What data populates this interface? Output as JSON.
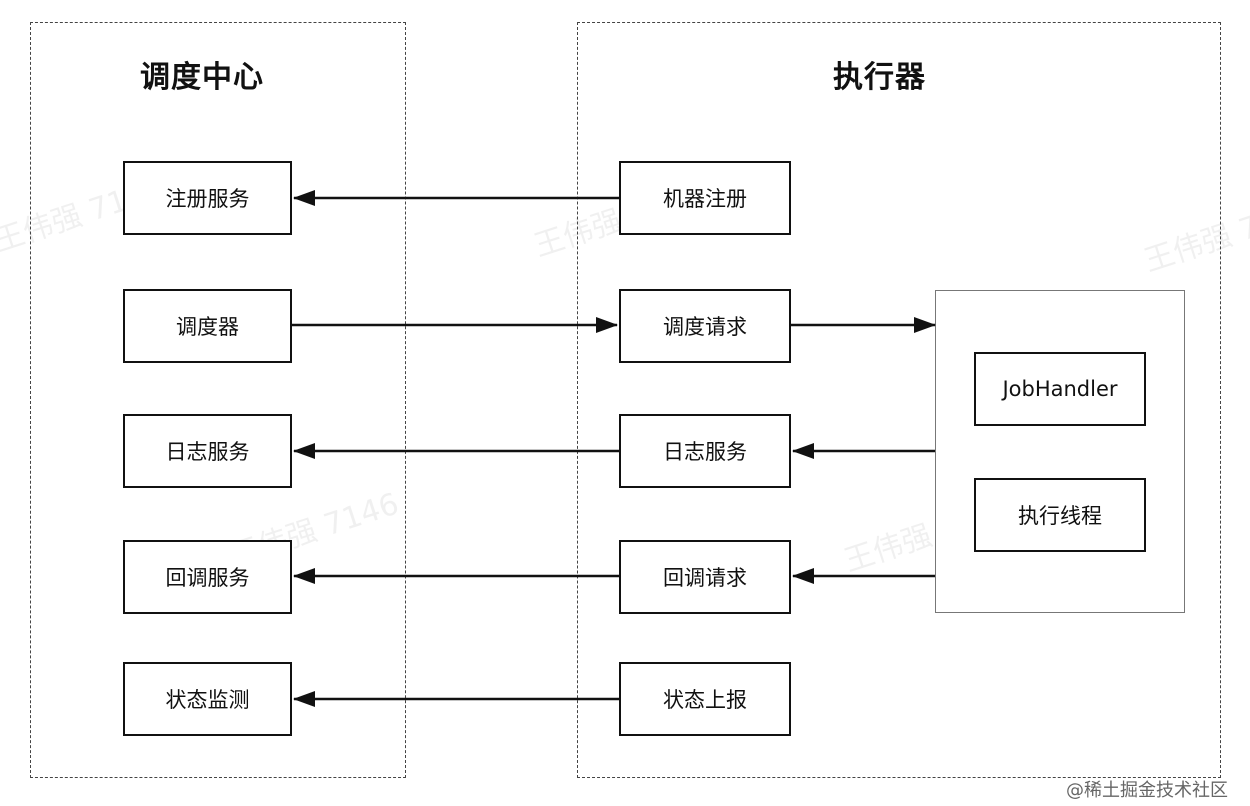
{
  "groups": {
    "scheduler": {
      "title": "调度中心"
    },
    "executor": {
      "title": "执行器"
    }
  },
  "scheduler_nodes": {
    "register": "注册服务",
    "dispatcher": "调度器",
    "log": "日志服务",
    "callback": "回调服务",
    "monitor": "状态监测"
  },
  "executor_nodes": {
    "register": "机器注册",
    "dispatch_request": "调度请求",
    "log": "日志服务",
    "callback_request": "回调请求",
    "report": "状态上报"
  },
  "thread_group": {
    "job_handler": "JobHandler",
    "exec_thread": "执行线程"
  },
  "watermark": {
    "text": "王伟强 7146"
  },
  "footer": {
    "credit": "@稀土掘金技术社区"
  }
}
